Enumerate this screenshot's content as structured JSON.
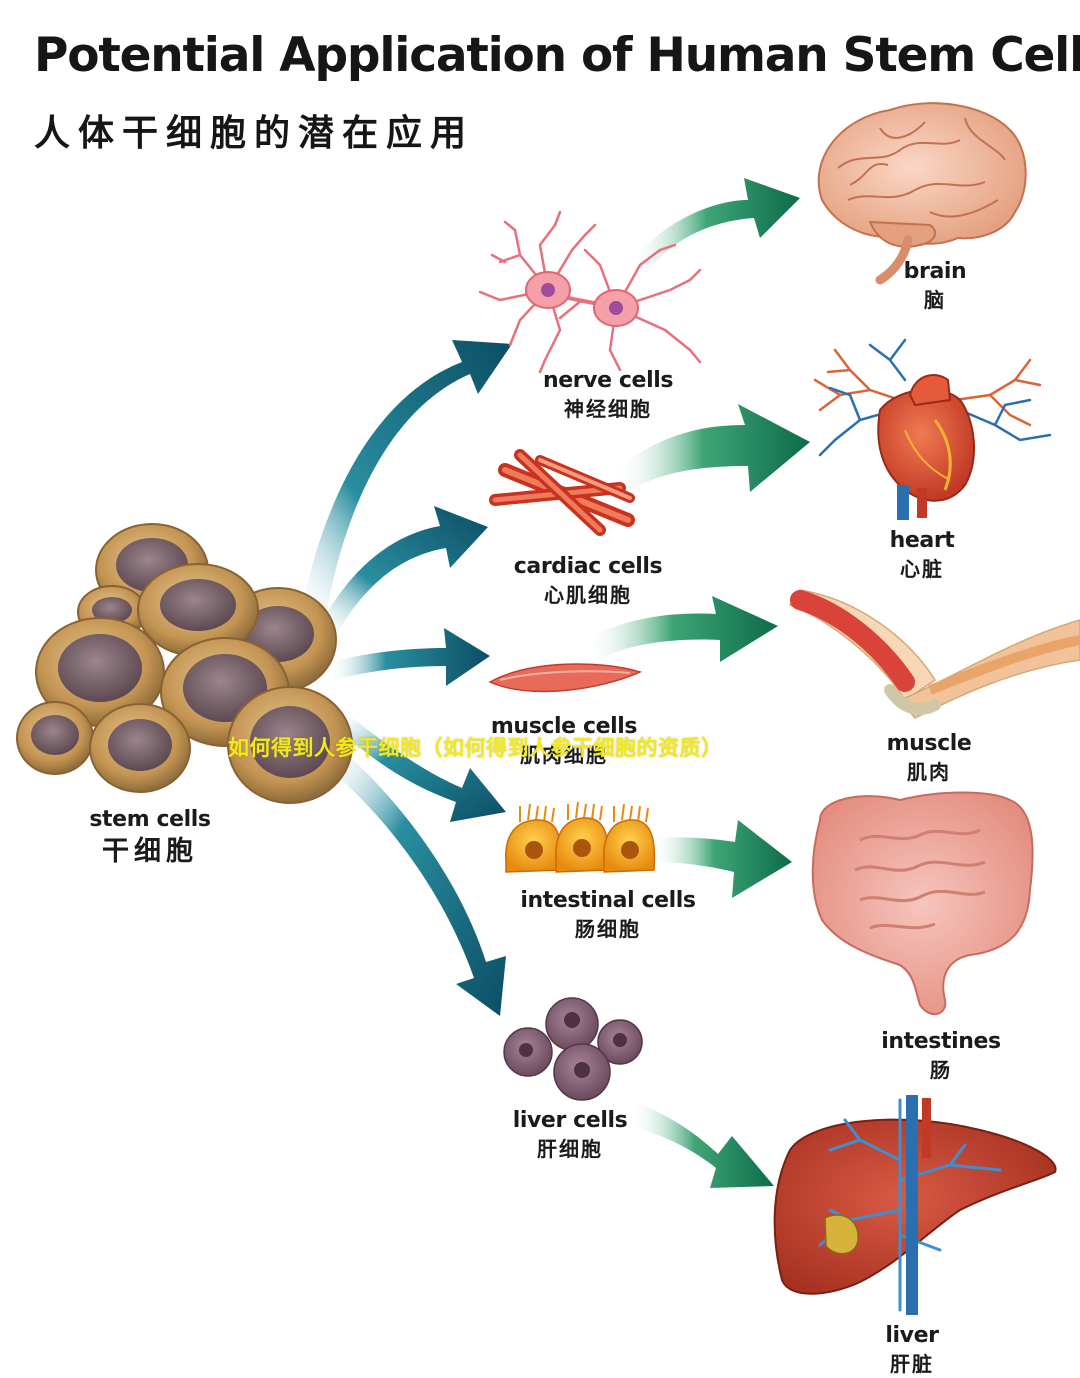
{
  "title": {
    "english": "Potential Application of Human Stem Cells",
    "chinese": "人体干细胞的潜在应用"
  },
  "source": {
    "english": "stem cells",
    "chinese": "干细胞"
  },
  "cell_types": [
    {
      "english": "nerve cells",
      "chinese": "神经细胞"
    },
    {
      "english": "cardiac cells",
      "chinese": "心肌细胞"
    },
    {
      "english": "muscle cells",
      "chinese": "肌肉细胞"
    },
    {
      "english": "intestinal cells",
      "chinese": "肠细胞"
    },
    {
      "english": "liver cells",
      "chinese": "肝细胞"
    }
  ],
  "organs": [
    {
      "english": "brain",
      "chinese": "脑"
    },
    {
      "english": "heart",
      "chinese": "心脏"
    },
    {
      "english": "muscle",
      "chinese": "肌肉"
    },
    {
      "english": "intestines",
      "chinese": "肠"
    },
    {
      "english": "liver",
      "chinese": "肝脏"
    }
  ],
  "watermark": "如何得到人参干细胞（如何得到人参干细胞的资质）",
  "colors": {
    "blue_arrow": "#0f5f74",
    "green_arrow": "#16805a",
    "stem_cell": "#b98b4e",
    "nucleus": "#7a6066",
    "watermark": "#f2ea18"
  }
}
